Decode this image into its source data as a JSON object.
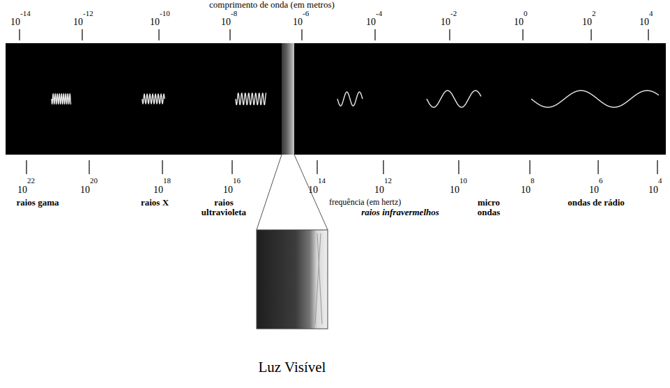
{
  "diagram": {
    "labels": [
      "comprimento de onda (em metros)",
      "10",
      "-14",
      "10",
      "-12",
      "10",
      "-10",
      "10",
      "-8",
      "10",
      "-6",
      "10",
      "-4",
      "10",
      "-2",
      "10",
      "0",
      "10",
      "2",
      "10",
      "4",
      "10",
      "22",
      "10",
      "20",
      "10",
      "18",
      "10",
      "16",
      "10",
      "14",
      "10",
      "12",
      "10",
      "10",
      "10",
      "8",
      "10",
      "6",
      "10",
      "4",
      "frequência (em hertz)",
      "raios gama",
      "raios X",
      "raios ultravioleta",
      "raios infravermelhos",
      "micro ondas",
      "ondas de rádio",
      "Luz Visível"
    ]
  }
}
